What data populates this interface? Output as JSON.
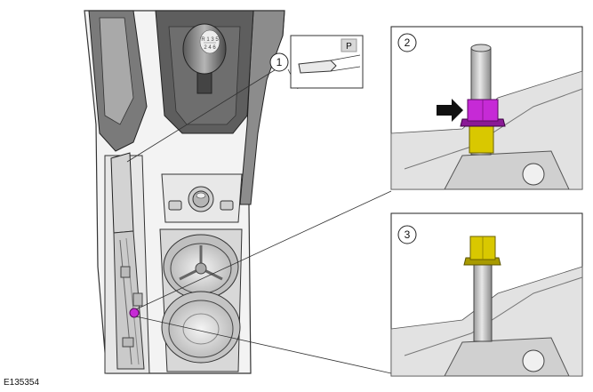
{
  "figure": {
    "reference_code": "E135354",
    "gear_knob_pattern": [
      "R 1 3 5",
      "2 4 6"
    ],
    "parking_symbol": "P",
    "callouts": [
      "1",
      "2",
      "3"
    ]
  },
  "colors": {
    "nut_highlight": "#c62ad6",
    "washer_highlight": "#d9c800",
    "arrow": "#111111",
    "line_art": "#333333"
  },
  "icons": {
    "arrow": "black-arrow-icon",
    "parking": "parking-brake-icon"
  }
}
